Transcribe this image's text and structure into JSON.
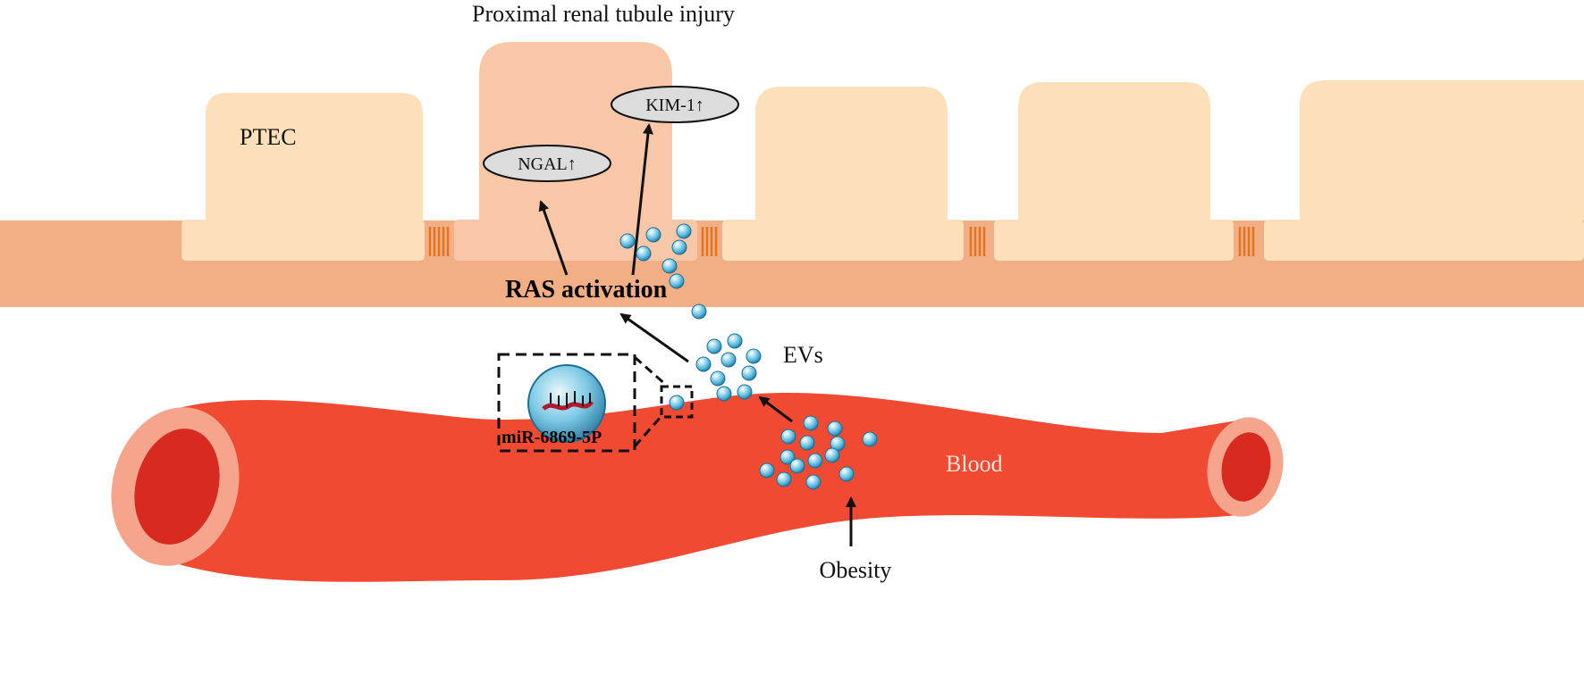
{
  "title": "Proximal renal tubule injury",
  "labels": {
    "ptec": "PTEC",
    "ngal": "NGAL↑",
    "kim1": "KIM-1↑",
    "ras": "RAS activation",
    "evs": "EVs",
    "mirna": "miR-6869-5P",
    "blood": "Blood",
    "obesity": "Obesity"
  },
  "colors": {
    "cell": "#FDE0BA",
    "injured_cell": "#F7C7A8",
    "tissue_band": "#F2AE85",
    "junction": "#E5731F",
    "vessel": "#F04A33",
    "vessel_lumen": "#D82A1E",
    "vessel_wall": "#F6A58C",
    "ev": "#4FB4DA",
    "arrow": "#111111"
  }
}
